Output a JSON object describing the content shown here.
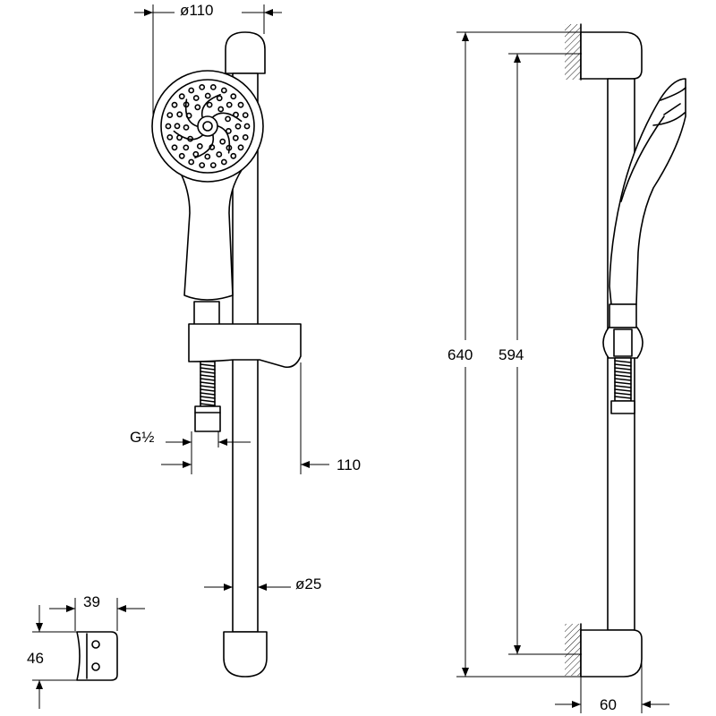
{
  "dimensions": {
    "head_diameter": "ø110",
    "thread": "G½",
    "slider_depth": "110",
    "bar_diameter": "ø25",
    "bracket_width": "39",
    "bracket_height": "46",
    "total_height": "640",
    "bar_length": "594",
    "wall_offset": "60"
  }
}
